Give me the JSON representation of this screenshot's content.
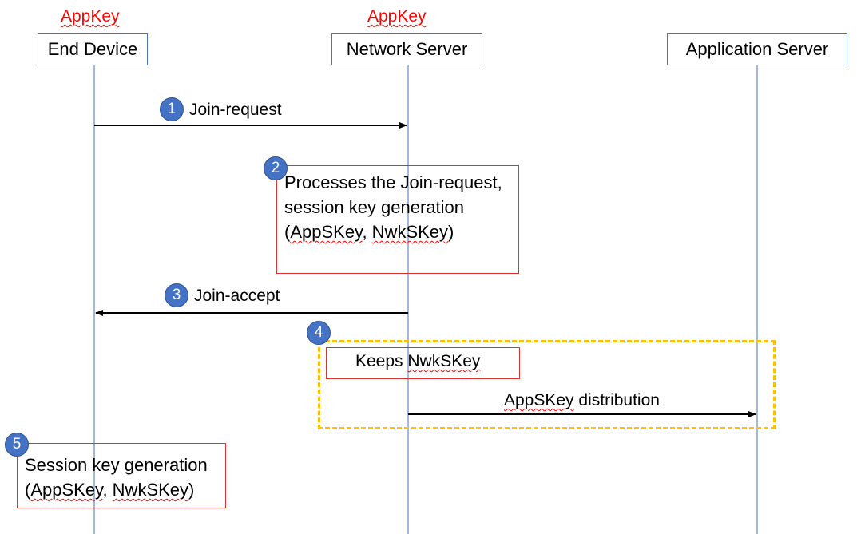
{
  "participants": [
    {
      "name": "End Device",
      "key": "AppKey"
    },
    {
      "name": "Network Server",
      "key": "AppKey"
    },
    {
      "name": "Application Server"
    }
  ],
  "steps": [
    {
      "number": "1",
      "label": "Join-request"
    },
    {
      "number": "2",
      "lines": [
        "Processes the Join-request,",
        "session key generation"
      ],
      "keys_line": {
        "open": "(",
        "k1": "AppSKey",
        "sep": ", ",
        "k2": "NwkSKey",
        "close": ")"
      }
    },
    {
      "number": "3",
      "label": "Join-accept"
    },
    {
      "number": "4",
      "keeps": {
        "prefix": "Keeps ",
        "key": "NwkSKey"
      },
      "distribution": {
        "key": "AppSKey",
        "suffix": " distribution"
      }
    },
    {
      "number": "5",
      "lines": [
        "Session key generation"
      ],
      "keys_line": {
        "open": "(",
        "k1": "AppSKey",
        "sep": ", ",
        "k2": "NwkSKey",
        "close": ")"
      }
    }
  ],
  "colors": {
    "lifeline": "#4472c4",
    "key_label": "#ff0000",
    "note_border": "#e03030",
    "step_circle": "#4472c4",
    "group_border": "#ffc000"
  }
}
